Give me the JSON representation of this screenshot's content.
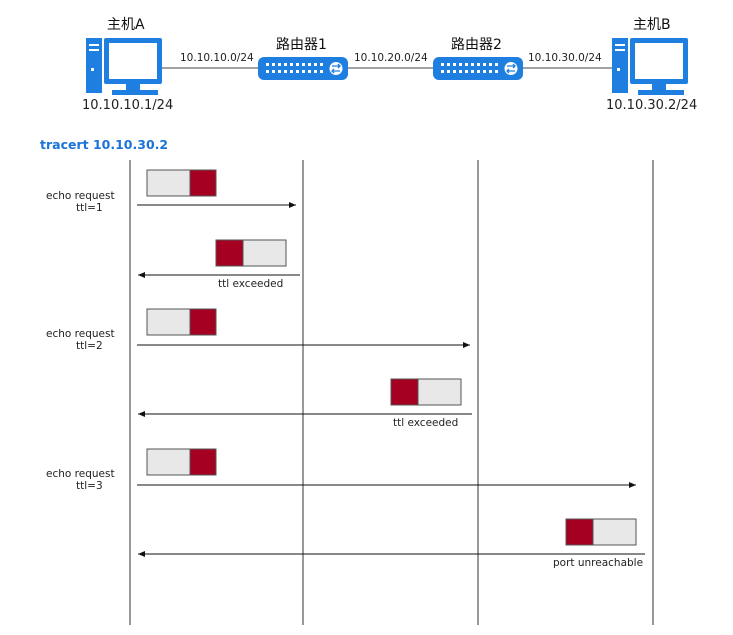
{
  "topology": {
    "host_a": {
      "name": "主机A",
      "ip": "10.10.10.1/24",
      "icon": "computer-icon"
    },
    "router1": {
      "name": "路由器1",
      "icon": "router-icon"
    },
    "router2": {
      "name": "路由器2",
      "icon": "router-icon"
    },
    "host_b": {
      "name": "主机B",
      "ip": "10.10.30.2/24",
      "icon": "computer-icon"
    },
    "links": [
      {
        "network": "10.10.10.0/24"
      },
      {
        "network": "10.10.20.0/24"
      },
      {
        "network": "10.10.30.0/24"
      }
    ]
  },
  "sequence": {
    "title": "tracert 10.10.30.2",
    "steps": [
      {
        "label_line1": "echo request",
        "label_line2": "ttl=1"
      },
      {
        "reply": "ttl exceeded"
      },
      {
        "label_line1": "echo request",
        "label_line2": "ttl=2"
      },
      {
        "reply": "ttl exceeded"
      },
      {
        "label_line1": "echo request",
        "label_line2": "ttl=3"
      },
      {
        "reply": "port unreachable"
      }
    ]
  },
  "colors": {
    "device_blue": "#1f7fe0",
    "device_blue_dark": "#1565c0",
    "packet_red": "#a50021",
    "packet_gray": "#e8e8e8",
    "title_blue": "#1a73d9"
  }
}
